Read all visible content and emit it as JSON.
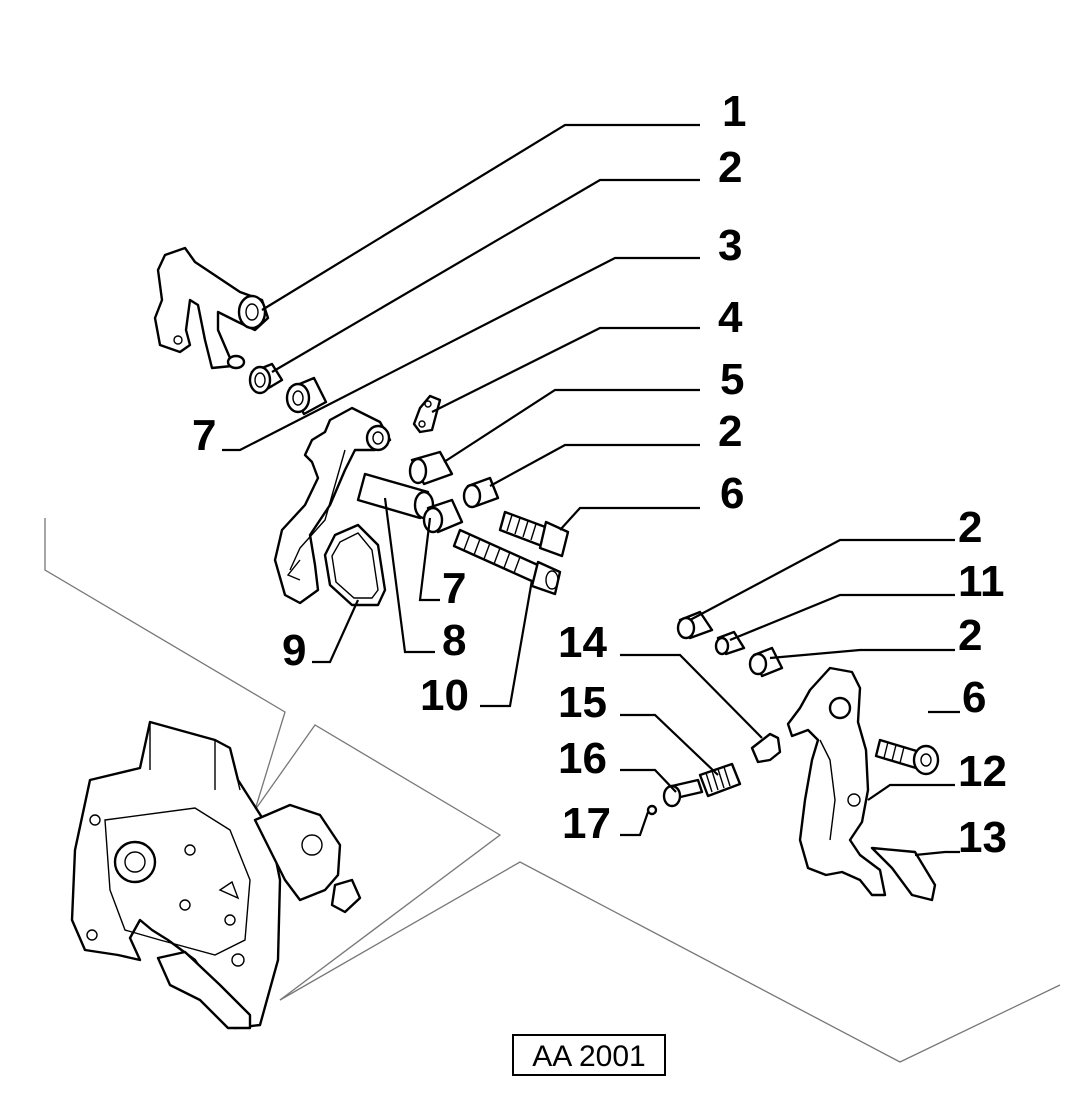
{
  "diagram": {
    "code": "AA 2001",
    "callouts": [
      {
        "id": "c1",
        "text": "1"
      },
      {
        "id": "c2a",
        "text": "2"
      },
      {
        "id": "c3",
        "text": "3"
      },
      {
        "id": "c4",
        "text": "4"
      },
      {
        "id": "c5",
        "text": "5"
      },
      {
        "id": "c2b",
        "text": "2"
      },
      {
        "id": "c6a",
        "text": "6"
      },
      {
        "id": "c7a",
        "text": "7"
      },
      {
        "id": "c7b",
        "text": "7"
      },
      {
        "id": "c8",
        "text": "8"
      },
      {
        "id": "c9",
        "text": "9"
      },
      {
        "id": "c10",
        "text": "10"
      },
      {
        "id": "c2c",
        "text": "2"
      },
      {
        "id": "c11",
        "text": "11"
      },
      {
        "id": "c2d",
        "text": "2"
      },
      {
        "id": "c14",
        "text": "14"
      },
      {
        "id": "c6b",
        "text": "6"
      },
      {
        "id": "c15",
        "text": "15"
      },
      {
        "id": "c12",
        "text": "12"
      },
      {
        "id": "c16",
        "text": "16"
      },
      {
        "id": "c13",
        "text": "13"
      },
      {
        "id": "c17",
        "text": "17"
      }
    ]
  }
}
